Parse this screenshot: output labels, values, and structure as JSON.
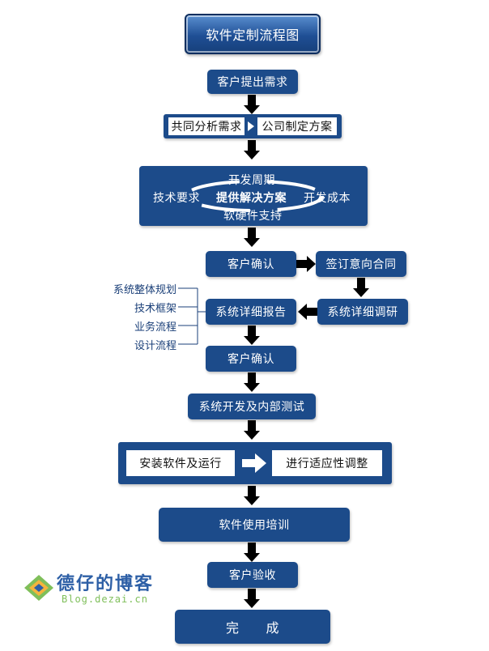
{
  "title": "软件定制流程图",
  "steps": {
    "customer_request": "客户提出需求",
    "joint_analysis": "共同分析需求",
    "company_plan": "公司制定方案",
    "solution_center": "提供解决方案",
    "solution_top": "开发周期",
    "solution_left": "技术要求",
    "solution_right": "开发成本",
    "solution_bottom": "软硬件支持",
    "confirm_1": "客户确认",
    "sign_intent": "签订意向合同",
    "detailed_research": "系统详细调研",
    "detailed_report": "系统详细报告",
    "confirm_2": "客户确认",
    "develop_test": "系统开发及内部测试",
    "install_run": "安装软件及运行",
    "adapt_adjust": "进行适应性调整",
    "training": "软件使用培训",
    "acceptance": "客户验收",
    "done": "完　　成"
  },
  "report_items": [
    "系统整体规划",
    "技术框架",
    "业务流程",
    "设计流程"
  ],
  "watermark": {
    "title": "德仔的博客",
    "subtitle": "Blog.dezai.cn"
  },
  "colors": {
    "box_blue": "#1c4b8a",
    "arrow": "#000000",
    "side_text": "#1a3f78"
  }
}
